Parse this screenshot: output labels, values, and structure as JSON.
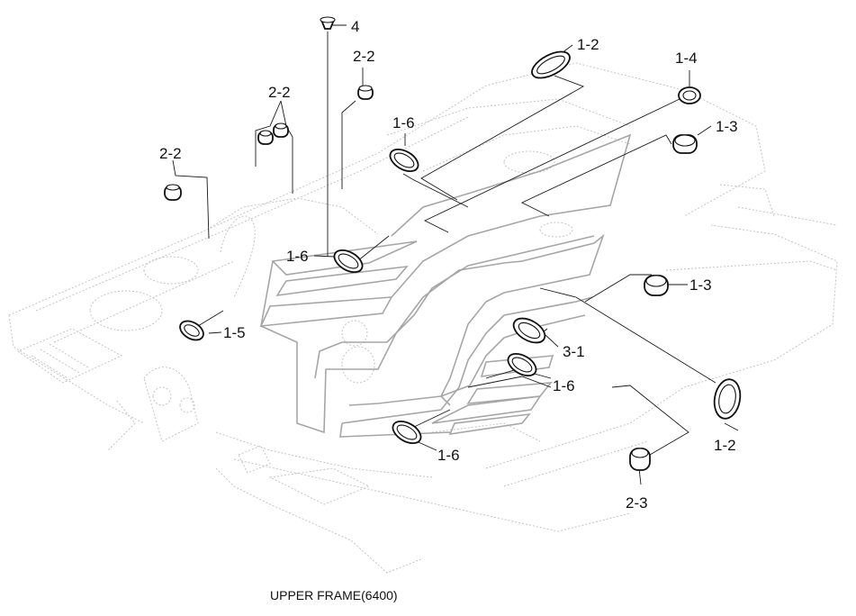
{
  "caption": "UPPER FRAME(6400)",
  "callouts": {
    "c4": "4",
    "c2_2_top": "2-2",
    "c2_2_mid": "2-2",
    "c2_2_left": "2-2",
    "c1_2_top": "1-2",
    "c1_4": "1-4",
    "c1_3_top": "1-3",
    "c1_6_top": "1-6",
    "c1_6_mid": "1-6",
    "c1_5": "1-5",
    "c1_3_right": "1-3",
    "c3_1": "3-1",
    "c1_6_right": "1-6",
    "c1_6_bottom": "1-6",
    "c1_2_bottom": "1-2",
    "c2_3": "2-3"
  }
}
